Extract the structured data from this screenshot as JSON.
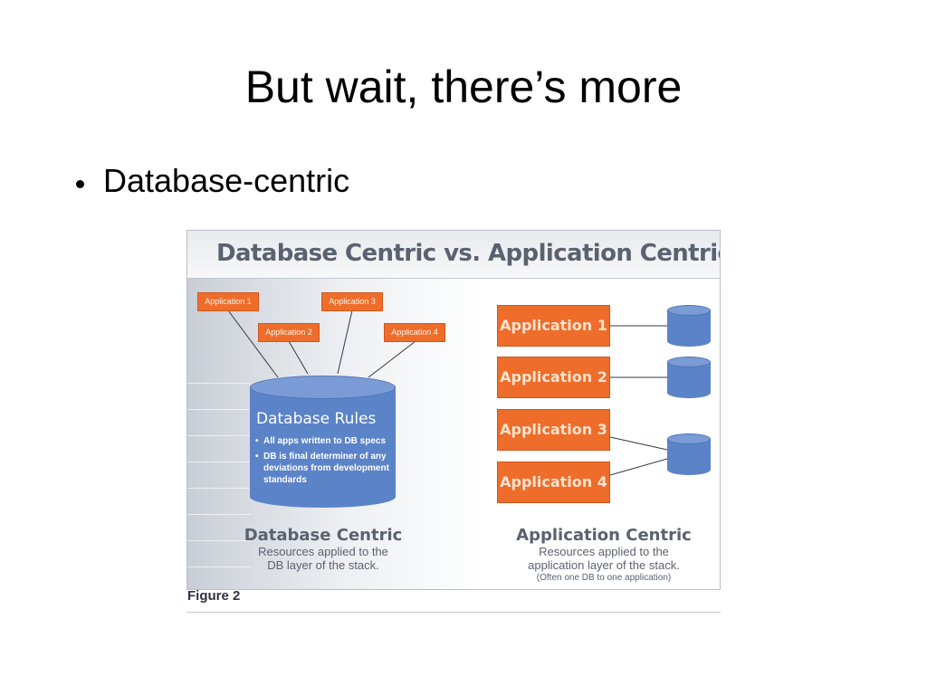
{
  "slide": {
    "title": "But wait, there’s more",
    "bullets": [
      "Database-centric"
    ]
  },
  "figure": {
    "heading": "Database Centric vs. Application Centric",
    "label": "Figure 2",
    "left_side": {
      "applications": [
        "Application 1",
        "Application 2",
        "Application 3",
        "Application 4"
      ],
      "database": {
        "title": "Database Rules",
        "rules": [
          "All apps written to DB specs",
          "DB is final determiner of any deviations from development standards"
        ]
      },
      "caption_title": "Database Centric",
      "caption_line1": "Resources applied to the",
      "caption_line2": "DB layer of the stack."
    },
    "right_side": {
      "applications": [
        "Application 1",
        "Application 2",
        "Application 3",
        "Application 4"
      ],
      "caption_title": "Application Centric",
      "caption_line1": "Resources applied to the",
      "caption_line2": "application layer of the stack.",
      "caption_note": "(Often one DB to one application)"
    },
    "colors": {
      "application_box": "#ee6d2b",
      "database": "#5b83c8",
      "heading_text": "#5a6270"
    }
  }
}
